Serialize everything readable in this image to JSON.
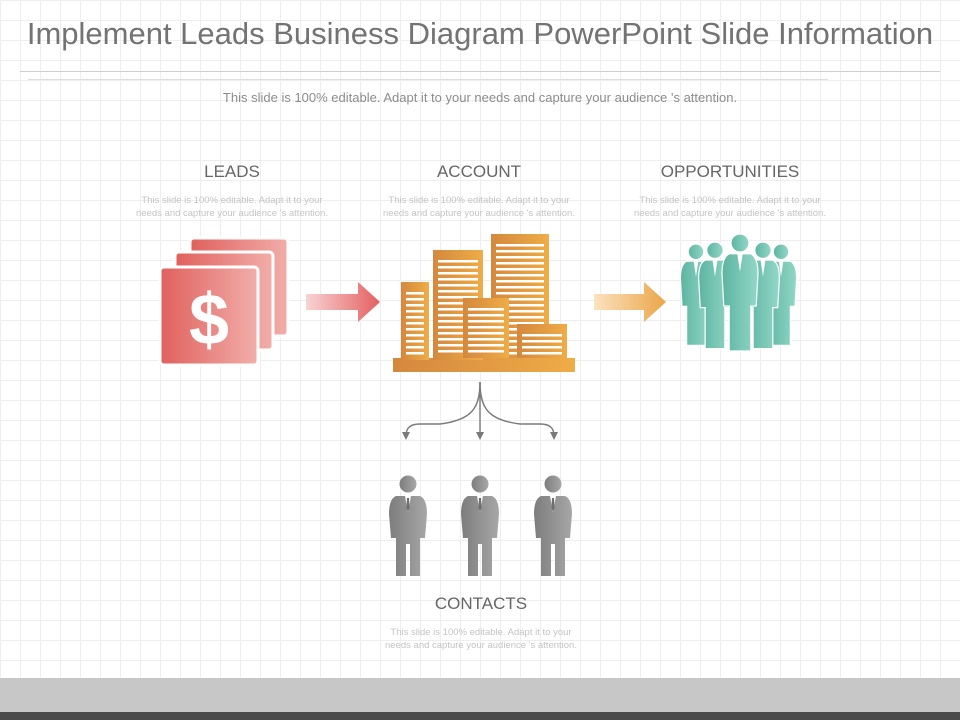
{
  "slide": {
    "title": "Implement Leads Business Diagram PowerPoint Slide Information",
    "subtitle": "This slide is 100% editable. Adapt it to your needs and capture your  audience 's attention."
  },
  "sections": {
    "leads": {
      "title": "LEADS",
      "desc": "This slide is 100% editable. Adapt it to your needs and capture your audience 's attention.",
      "icon": "dollar-bills-icon",
      "color": "#e0605c"
    },
    "account": {
      "title": "ACCOUNT",
      "desc": "This slide is 100% editable. Adapt it to your needs and capture your audience 's attention.",
      "icon": "city-buildings-icon",
      "color": "#d98a3a"
    },
    "opportunities": {
      "title": "OPPORTUNITIES",
      "desc": "This slide is 100% editable. Adapt it to your needs and capture your audience 's attention.",
      "icon": "business-team-icon",
      "color": "#66c0ad"
    },
    "contacts": {
      "title": "CONTACTS",
      "desc": "This slide is 100% editable. Adapt it to your needs and capture your audience 's attention.",
      "icon": "businessman-icon",
      "color": "#858585"
    }
  },
  "flow": [
    {
      "from": "LEADS",
      "to": "ACCOUNT",
      "color": "#e8787a"
    },
    {
      "from": "ACCOUNT",
      "to": "OPPORTUNITIES",
      "color": "#eba548"
    },
    {
      "from": "ACCOUNT",
      "to": "CONTACTS",
      "color": "#777777"
    }
  ]
}
